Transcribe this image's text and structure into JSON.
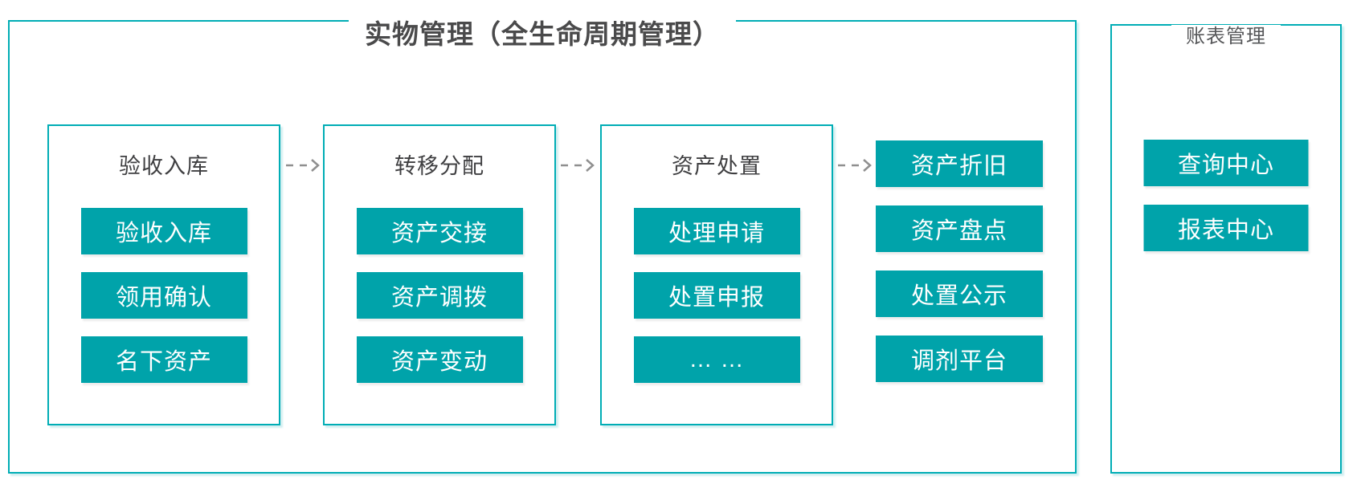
{
  "colors": {
    "teal_fill": "#00A3AA",
    "teal_border": "#00ADB5",
    "main_title_gray": "#4A4A4B",
    "column_title_gray": "#3F3F41",
    "ledger_title_gray": "#565759",
    "arrow_gray": "#8F8F8F",
    "chip_text": "#FFFFFF"
  },
  "icons": {
    "flow_arrow": "dashed-arrow-right"
  },
  "physical_management": {
    "title": "实物管理（全生命周期管理）",
    "columns": [
      {
        "title": "验收入库",
        "items": [
          "验收入库",
          "领用确认",
          "名下资产"
        ]
      },
      {
        "title": "转移分配",
        "items": [
          "资产交接",
          "资产调拨",
          "资产变动"
        ]
      },
      {
        "title": "资产处置",
        "items": [
          "处理申请",
          "处置申报",
          "… …"
        ]
      }
    ],
    "loose_items": [
      "资产折旧",
      "资产盘点",
      "处置公示",
      "调剂平台"
    ]
  },
  "ledger_management": {
    "title": "账表管理",
    "items": [
      "查询中心",
      "报表中心"
    ]
  }
}
